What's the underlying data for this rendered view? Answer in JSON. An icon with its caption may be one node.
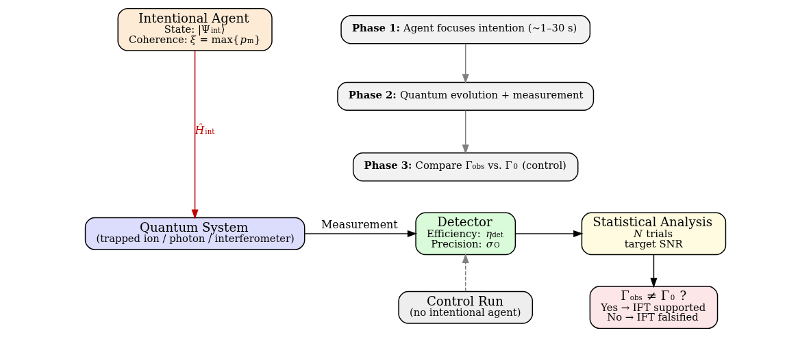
{
  "diagram": {
    "nodes": [
      {
        "text": [
          "Intentional Agent",
          "State: |Ψ$_{int}$⟩",
          "Coherence: *ξ* = max{*p*$_{m}$}"
        ]
      },
      {
        "text": [
          "**Phase 1:** Agent focuses intention (∼1–30 s)"
        ]
      },
      {
        "text": [
          "**Phase 2:** Quantum evolution + measurement"
        ]
      },
      {
        "text": [
          "**Phase 3:** Compare Γ$_{obs}$ vs. Γ$_{0}$ (control)"
        ]
      },
      {
        "text": [
          "Quantum System",
          "(trapped ion / photon / interferometer)"
        ]
      },
      {
        "text": [
          "Detector",
          "Efficiency: *η*$_{det}$",
          "Precision: *σ*$_{O}$"
        ]
      },
      {
        "text": [
          "Statistical Analysis",
          "*N* trials",
          "target SNR"
        ]
      },
      {
        "text": [
          "Control Run",
          "(no intentional agent)"
        ]
      },
      {
        "text": [
          "Γ$_{obs}$ ≠ Γ$_{0}$ ?",
          "Yes → IFT supported",
          "No → IFT falsified"
        ]
      }
    ],
    "edges": [
      {
        "from": 0,
        "to": 4,
        "arrow": "to",
        "label": "*Ĥ*$_{int}$",
        "color": "#c00000"
      },
      {
        "from": 1,
        "to": 2,
        "arrow": "to",
        "color": "#808080"
      },
      {
        "from": 2,
        "to": 3,
        "arrow": "to",
        "color": "#808080"
      },
      {
        "from": 4,
        "to": 5,
        "arrow": "to",
        "label": "Measurement",
        "color": "#000000"
      },
      {
        "from": 5,
        "to": 6,
        "arrow": "to",
        "color": "#000000"
      },
      {
        "from": 6,
        "to": 8,
        "arrow": "to",
        "color": "#000000"
      },
      {
        "from": 7,
        "to": 5,
        "arrow": "to",
        "style": "dashed",
        "color": "#808080"
      }
    ]
  }
}
